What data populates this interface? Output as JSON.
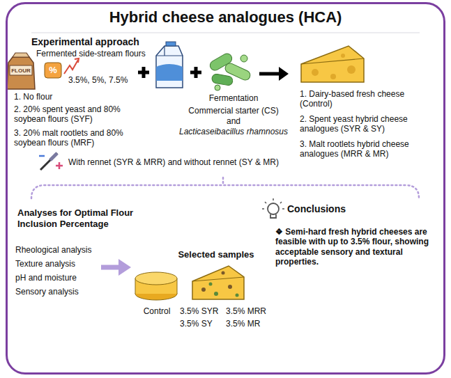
{
  "diagram": {
    "nodes": [
      {
        "text": [
          "Hybrid cheese analogues (HCA)"
        ]
      }
    ],
    "labels": [
      "Experimental approach",
      "FLOUR",
      "Fermented side-stream flours",
      "%",
      "3.5%, 5%, 7.5%",
      "1. No flour",
      "2. 20% spent yeast and 80% soybean flours (SYF)",
      "3. 20% malt rootlets and 80% soybean flours (MRF)",
      "Fermentation",
      "Commercial starter (CS)",
      "and",
      "Lacticaseibacillus rhamnosus",
      "1. Dairy-based fresh cheese (Control)",
      "2. Spent yeast hybrid cheese analogues (SYR & SY)",
      "3. Malt rootlets hybrid cheese analogues (MRR & MR)",
      "With rennet (SYR & MRR) and without rennet (SY & MR)",
      "Analyses for Optimal Flour Inclusion Percentage",
      "Rheological analysis",
      "Texture analysis",
      "pH and moisture",
      "Sensory analysis",
      "Selected samples",
      "Control",
      "3.5% SYR",
      "3.5% MRR",
      "3.5% SY",
      "3.5% MR",
      "Conclusions",
      "❖ Semi-hard fresh hybrid cheeses are feasible with up to 3.5% flour, showing acceptable sensory and textural properties."
    ]
  }
}
